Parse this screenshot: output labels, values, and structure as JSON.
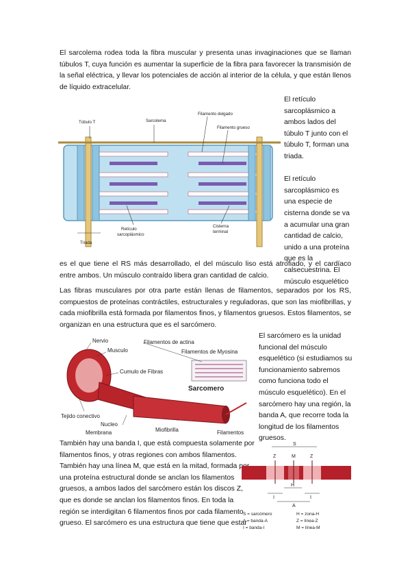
{
  "paragraphs": {
    "p1": "El sarcolema rodea toda la fibra muscular y presenta unas invaginaciones que se llaman túbulos T, cuya función es aumentar la superficie de la fibra para favorecer la transmisión de la señal eléctrica, y llevar los potenciales de acción al interior de la célula, y que están llenos de líquido extracelular.",
    "side1a": "El retículo sarcoplásmico a ambos lados del túbulo T junto con el túbulo T, forman una triada.",
    "side1b": "El retículo sarcoplásmico es una especie de cisterna donde se va a acumular una gran cantidad de calcio, unido a una proteína que es la calsecuestrina. El músculo esquelético",
    "p2": "es el que tiene el RS más desarrollado, el del músculo liso está atrofiado, y el cardíaco entre ambos. Un músculo contraído libera gran cantidad de calcio.",
    "p3": "Las fibras musculares por otra parte están llenas de filamentos, separados por los RS, compuestos de proteínas contráctiles, estructurales y reguladoras, que son las miofibrillas, y cada miofibrilla está formada por filamentos finos, y filamentos gruesos. Estos filamentos, se organizan en una estructura que es el sarcómero.",
    "side2": "El sarcómero es la unidad funcional del músculo esquelético (si estudiamos su funcionamiento sabremos como funciona todo el músculo esquelético). En el sarcómero hay una región, la banda A, que recorre toda la longitud de los filamentos gruesos.",
    "p4": "También hay una banda I, que está compuesta solamente por filamentos finos, y otras regiones con ambos filamentos. También hay una línea M, que está en la mitad, formada por una proteína estructural donde se anclan los filamentos gruesos, a ambos lados del sarcómero están los discos Z, que es donde se anclan los filamentos finos. En toda la región se interdigitan 6 filamentos finos por cada filamento grueso. El sarcómero es una estructura que tiene que estar"
  },
  "figure1": {
    "labels": {
      "tubulo": "Túbulo T",
      "sarcolema": "Sarcolema",
      "delgado": "Filamento delgado",
      "grueso": "Filamento grueso",
      "reticulo1": "Retículo",
      "reticulo2": "sarcoplásmico",
      "cisterna1": "Cisterna",
      "cisterna2": "terminal",
      "triada": "Triada"
    }
  },
  "figure2": {
    "labels": {
      "nervio": "Nervio",
      "musculo": "Musculo",
      "cumulo": "Cumulo de Fibras",
      "actina": "Filamentos de actina",
      "miosina": "Filamentos de Myosina",
      "sarcomero": "Sarcomero",
      "tejido": "Tejido conectivo",
      "nucleo": "Nucleo",
      "membrana": "Membrana",
      "miofibrilla": "Miofibrilla",
      "filamentos": "Filamentos"
    }
  },
  "figure3": {
    "labels": {
      "s": "S",
      "z1": "Z",
      "m": "M",
      "z2": "Z",
      "h": "H",
      "i1": "I",
      "a": "A",
      "i2": "I"
    },
    "legend": {
      "s": "S = sarcómero",
      "h": "H = zona-H",
      "a": "A = banda-A",
      "z": "Z = línea-Z",
      "i": "I = banda-I",
      "m": "M = línea-M"
    }
  },
  "colors": {
    "muscle_red": "#c0272d",
    "muscle_light": "#e8a0a0",
    "reticulum_blue": "#a9d4ea",
    "tubule_tan": "#e6c77a"
  }
}
